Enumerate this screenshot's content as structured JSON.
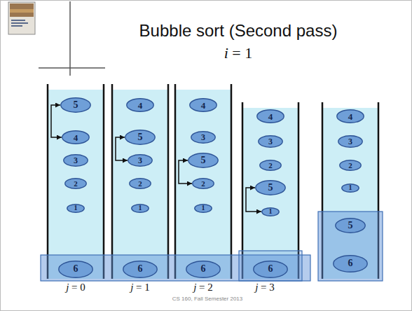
{
  "diagram": {
    "title": "Bubble sort (Second pass)",
    "nodes": [
      {
        "text": [
          "5"
        ]
      },
      {
        "text": [
          "4"
        ]
      },
      {
        "text": [
          "3"
        ]
      },
      {
        "text": [
          "2"
        ]
      },
      {
        "text": [
          "1"
        ]
      },
      {
        "text": [
          "6"
        ]
      },
      {
        "text": [
          "4"
        ]
      },
      {
        "text": [
          "5"
        ]
      },
      {
        "text": [
          "3"
        ]
      },
      {
        "text": [
          "2"
        ]
      },
      {
        "text": [
          "1"
        ]
      },
      {
        "text": [
          "6"
        ]
      },
      {
        "text": [
          "4"
        ]
      },
      {
        "text": [
          "3"
        ]
      },
      {
        "text": [
          "5"
        ]
      },
      {
        "text": [
          "2"
        ]
      },
      {
        "text": [
          "1"
        ]
      },
      {
        "text": [
          "6"
        ]
      },
      {
        "text": [
          "4"
        ]
      },
      {
        "text": [
          "3"
        ]
      },
      {
        "text": [
          "2"
        ]
      },
      {
        "text": [
          "5"
        ]
      },
      {
        "text": [
          "1"
        ]
      },
      {
        "text": [
          "6"
        ]
      },
      {
        "text": [
          "4"
        ]
      },
      {
        "text": [
          "3"
        ]
      },
      {
        "text": [
          "2"
        ]
      },
      {
        "text": [
          "1"
        ]
      },
      {
        "text": [
          "5"
        ]
      },
      {
        "text": [
          "6"
        ]
      }
    ],
    "edges": [
      {
        "from": 0,
        "to": 1,
        "arrow": "both"
      },
      {
        "from": 7,
        "to": 8,
        "arrow": "both"
      },
      {
        "from": 14,
        "to": 15,
        "arrow": "both"
      },
      {
        "from": 21,
        "to": 22,
        "arrow": "both"
      }
    ],
    "labels": [
      "i = 1",
      "j = 0",
      "j = 1",
      "j = 2",
      "j = 3",
      "CS 160, Fall Semester 2013"
    ]
  }
}
